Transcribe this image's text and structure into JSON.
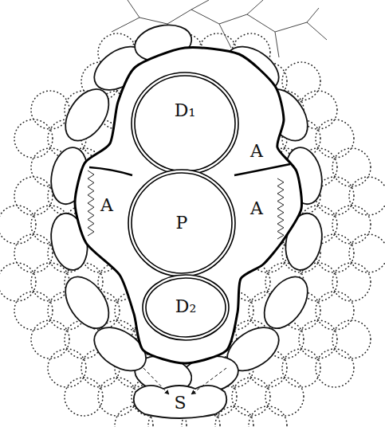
{
  "diagram": {
    "nodes": [
      {
        "text": [
          "D₁"
        ]
      },
      {
        "text": [
          "P"
        ]
      },
      {
        "text": [
          "D₂"
        ]
      }
    ],
    "labels": [
      "A",
      "A",
      "A",
      "S"
    ]
  }
}
